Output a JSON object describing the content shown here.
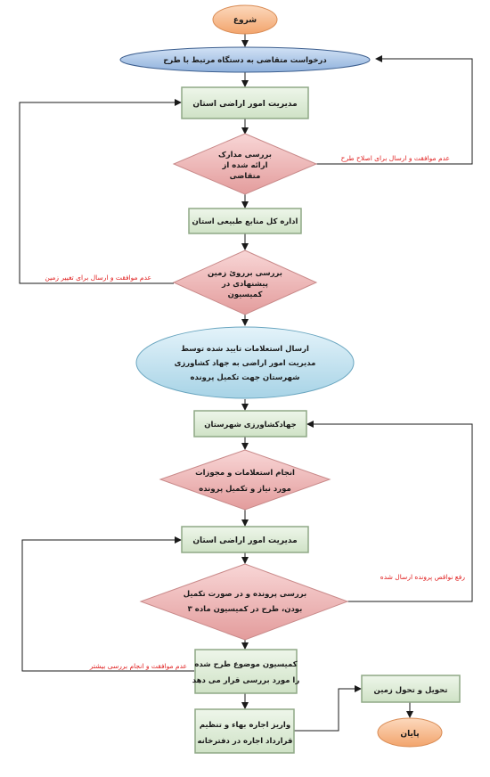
{
  "diagram": {
    "nodes": {
      "start": "شروع",
      "request": "درخواست متقاضی به دستگاه مرتبط با طرح",
      "land_mgmt_1": "مدیریت امور اراضی استان",
      "review_docs": [
        "بررسی مدارک",
        "ارائه شده از",
        "متقاضی"
      ],
      "natural_resources": "اداره کل منابع طبیعی استان",
      "field_review": [
        "بررسی بررویٔ زمین",
        "پیشنهادی در",
        "کمیسیون"
      ],
      "send_approved": [
        "ارسال استعلامات تایید شده توسط",
        "مدیریت امور اراضی به جهاد کشاورزی",
        "شهرستان جهت تکمیل پرونده"
      ],
      "county_agri": "جهادکشاورزی شهرستان",
      "inquiries": [
        "انجام استعلامات و مجوزات",
        "مورد نیاز و تکمیل پرونده"
      ],
      "land_mgmt_2": "مدیریت امور اراضی استان",
      "review_file": [
        "بررسی پرونده و در صورت تکمیل",
        "بودن، طرح در کمیسیون ماده ۳"
      ],
      "commission": [
        "کمیسیون موضوع طرح شده",
        "را مورد بررسی قرار می دهد"
      ],
      "lease": [
        "واریز اجاره بهاء و تنظیم",
        "قرارداد اجاره در دفترخانه"
      ],
      "handover": "تحویل و تحول زمین",
      "end": "پایان"
    },
    "edge_labels": {
      "fix_plan": "عدم موافقت و ارسال برای اصلاح طرح",
      "change_land": "عدم موافقت و ارسال برای تغییر زمین",
      "fix_defects": "رفع نواقص پرونده ارسال شده",
      "reject_review": "عدم موافقت و انجام بررسی بیشتر"
    },
    "colors": {
      "start_fill": "#f7b88a",
      "rect_fill": "#dcebd5",
      "rect_border": "#8fa886",
      "diamond_fill": "#efb8b8",
      "ellipse_fill": "#bfe0ee",
      "request_fill": "#a9c3e6",
      "edge_label": "#e02020"
    }
  }
}
